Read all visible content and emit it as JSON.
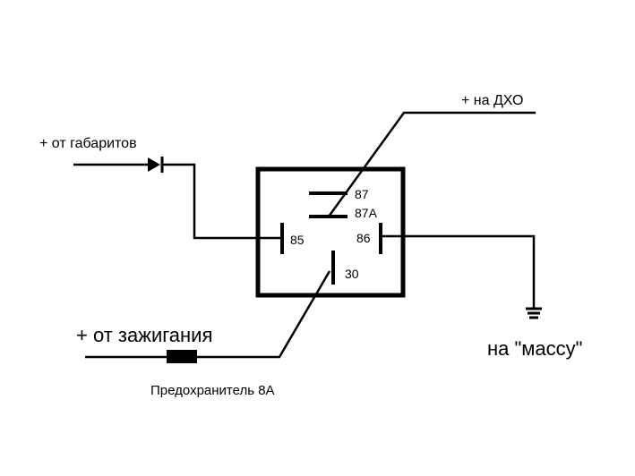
{
  "labels": {
    "drl": "+ на ДХО",
    "parking_lights": "+ от габаритов",
    "ignition": "+ от зажигания",
    "ground": "на \"массу\"",
    "fuse": "Предохранитель 8А"
  },
  "pins": {
    "p87": "87",
    "p87a": "87А",
    "p85": "85",
    "p86": "86",
    "p30": "30"
  }
}
